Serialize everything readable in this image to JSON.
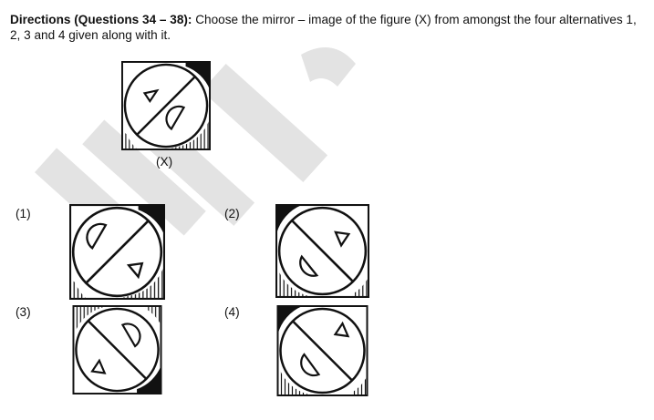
{
  "question": {
    "heading": "Directions (Questions 34 – 38):",
    "instruction": " Choose the mirror – image of the figure (X) from amongst the four alternatives 1, 2, 3 and 4 given along with it."
  },
  "problem_figure": {
    "label": "(X)"
  },
  "options": [
    {
      "label": "(1)"
    },
    {
      "label": "(2)"
    },
    {
      "label": "(3)"
    },
    {
      "label": "(4)"
    }
  ],
  "colors": {
    "ink": "#111111",
    "watermark": "#e3e3e3"
  }
}
